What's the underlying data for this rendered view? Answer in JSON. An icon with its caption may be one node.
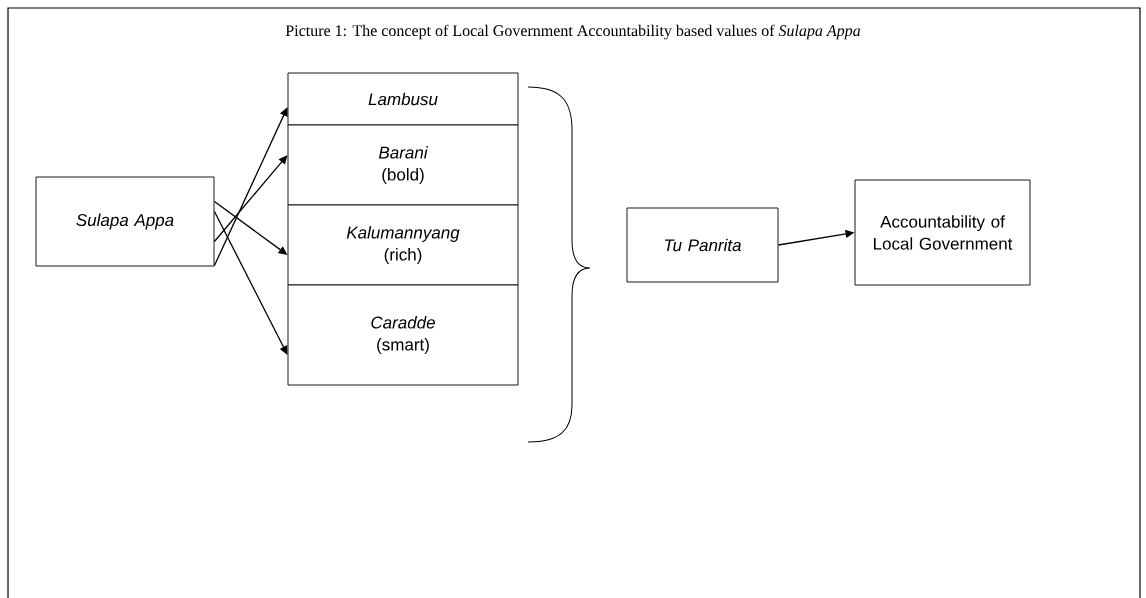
{
  "diagram": {
    "title": "Picture 1: The concept of Local Government Accountability based values of *Sulapa Appa*",
    "nodes": [
      {
        "text": [
          "Sulapa Appa"
        ]
      },
      {
        "text": [
          "Lambusu"
        ]
      },
      {
        "text": [
          "Barani",
          "(bold)"
        ]
      },
      {
        "text": [
          "Kalumannyang",
          "(rich)"
        ]
      },
      {
        "text": [
          "Caradde",
          "(smart)"
        ]
      },
      {
        "text": [
          "Tu Panrita"
        ]
      },
      {
        "text": [
          "Accountability of Local Government"
        ]
      }
    ],
    "edges": [
      {
        "from": 0,
        "to": 1,
        "arrow": "to"
      },
      {
        "from": 0,
        "to": 2,
        "arrow": "to"
      },
      {
        "from": 0,
        "to": 3,
        "arrow": "to"
      },
      {
        "from": 0,
        "to": 4,
        "arrow": "to"
      },
      {
        "from": 5,
        "to": 6,
        "arrow": "to"
      }
    ]
  }
}
